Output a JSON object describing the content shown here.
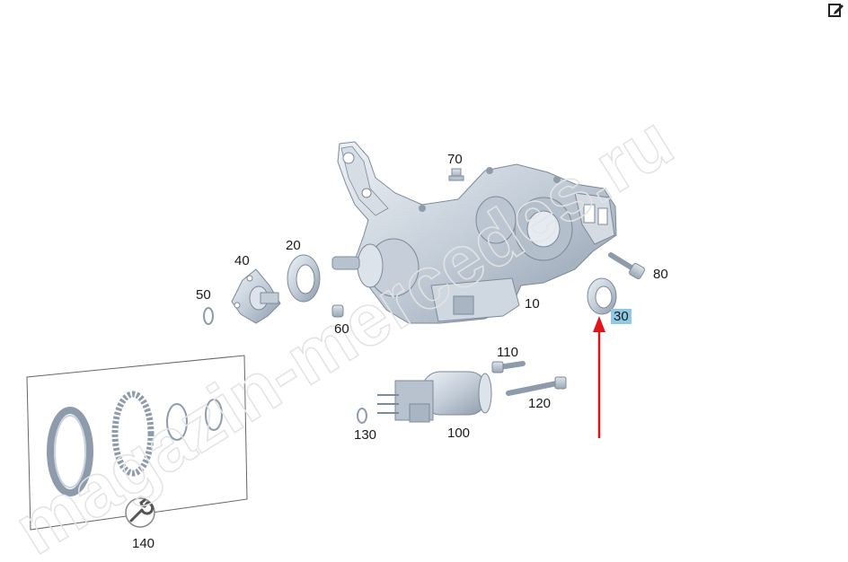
{
  "toolbar": {
    "edit_icon": "edit-pencil-icon"
  },
  "watermark_text": "magazin-mercedes.ru",
  "callouts": {
    "c10": "10",
    "c20": "20",
    "c30": "30",
    "c40": "40",
    "c50": "50",
    "c60": "60",
    "c70": "70",
    "c80": "80",
    "c100": "100",
    "c110": "110",
    "c120": "120",
    "c130": "130",
    "c140": "140"
  },
  "highlighted_callout": "30",
  "colors": {
    "part_fill": "#c9d3de",
    "part_dark": "#8e9bab",
    "part_light": "#e6ebf1",
    "highlight": "#8fc9e6",
    "arrow": "#e0141b",
    "watermark": "#e9e9e9"
  }
}
